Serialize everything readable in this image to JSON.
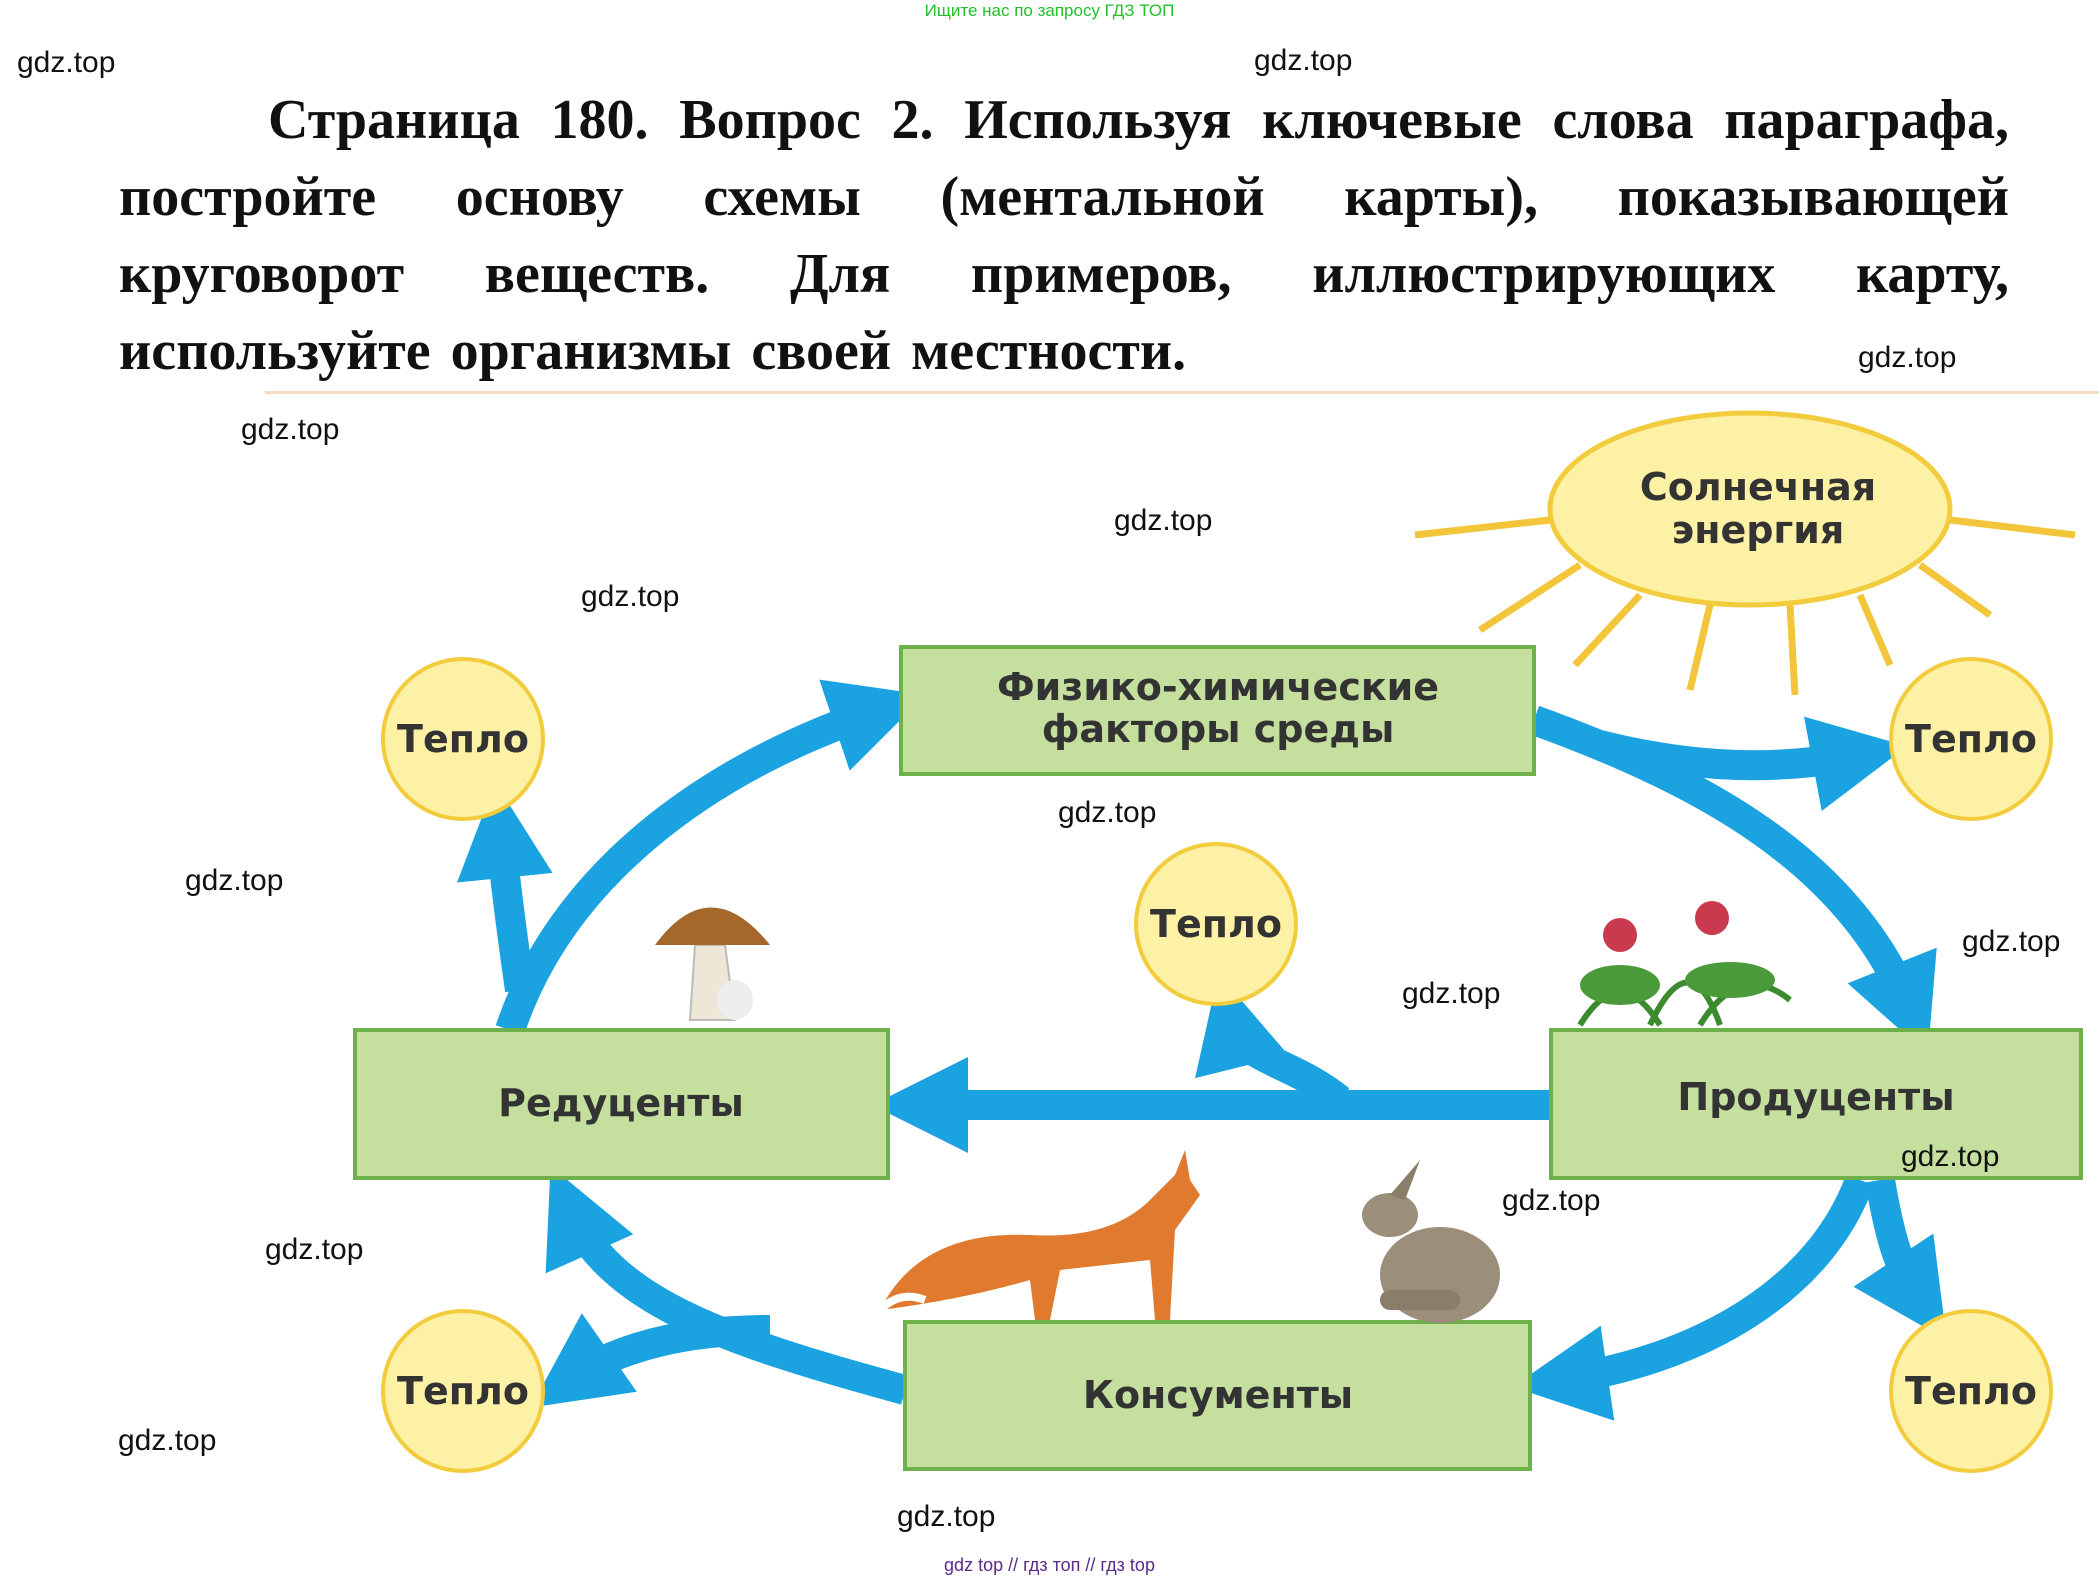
{
  "top_banner": "Ищите нас по запросу ГДЗ ТОП",
  "title": "Страница 180. Вопрос 2. Используя ключевые слова параграфа, постройте основу схемы (ментальной карты), показывающей круговорот веществ. Для примеров, иллюстрирующих карту, используйте организмы своей местности.",
  "watermark": "gdz.top",
  "diagram": {
    "sun_line1": "Солнечная",
    "sun_line2": "энергия",
    "factors_line1": "Физико-химические",
    "factors_line2": "факторы среды",
    "reducers": "Редуценты",
    "producers": "Продуценты",
    "consumers": "Консументы",
    "heat": "Тепло"
  },
  "footer": "gdz top  //  гдз топ  //  гдз top",
  "colors": {
    "arrow": "#1aa3e0",
    "box": "#c5df9e",
    "box_border": "#6eb04a",
    "heat": "#fdf1a6",
    "heat_border": "#f2cc3c"
  }
}
